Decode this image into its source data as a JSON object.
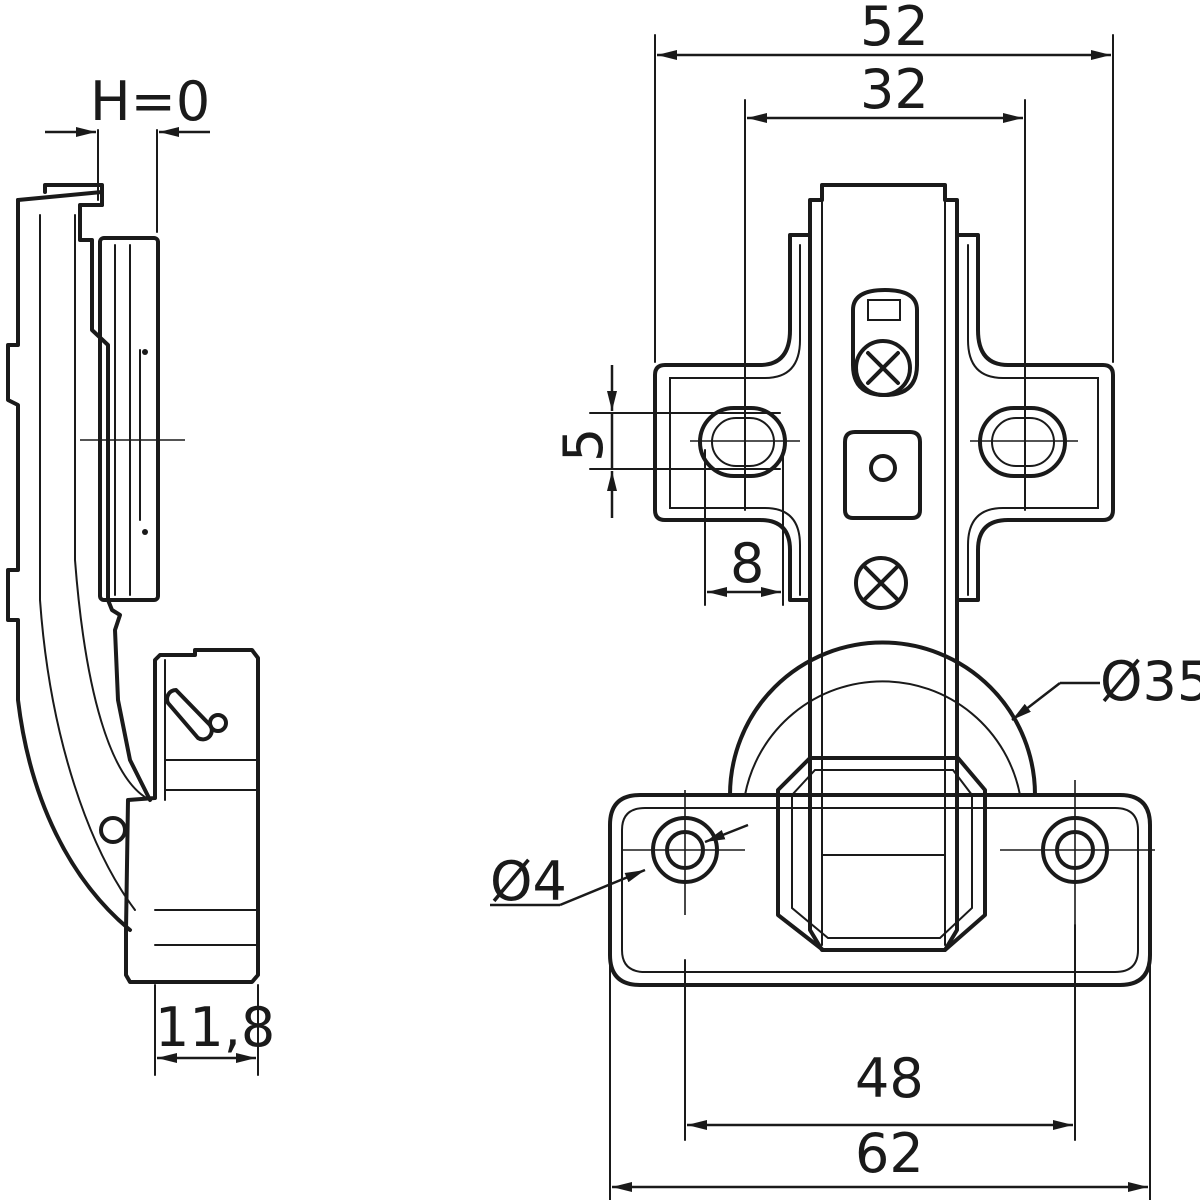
{
  "side_view": {
    "overlay_label": "H=0",
    "depth_label": "11,8"
  },
  "front_view": {
    "overall_width_label": "52",
    "hole_spacing_label": "32",
    "slot_height_label": "5",
    "slot_length_label": "8",
    "cup_diameter_label": "Ø35",
    "screw_hole_diameter_label": "Ø4",
    "plate_hole_spacing_label": "48",
    "plate_width_label": "62"
  }
}
